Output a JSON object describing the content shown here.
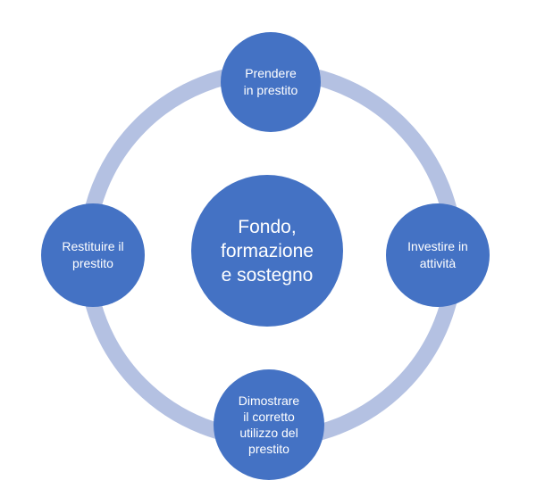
{
  "colors": {
    "ring": "#b4c1e2",
    "node": "#4472c4",
    "center": "#4472c4",
    "text": "#ffffff"
  },
  "diagram": {
    "center": {
      "label": "Fondo,\nformazione\ne sostegno"
    },
    "nodes": [
      {
        "id": "top",
        "label": "Prendere\nin prestito"
      },
      {
        "id": "right",
        "label": "Investire in\nattività"
      },
      {
        "id": "bottom",
        "label": "Dimostrare\nil corretto\nutilizzo del\nprestito"
      },
      {
        "id": "left",
        "label": "Restituire il\nprestito"
      }
    ]
  }
}
